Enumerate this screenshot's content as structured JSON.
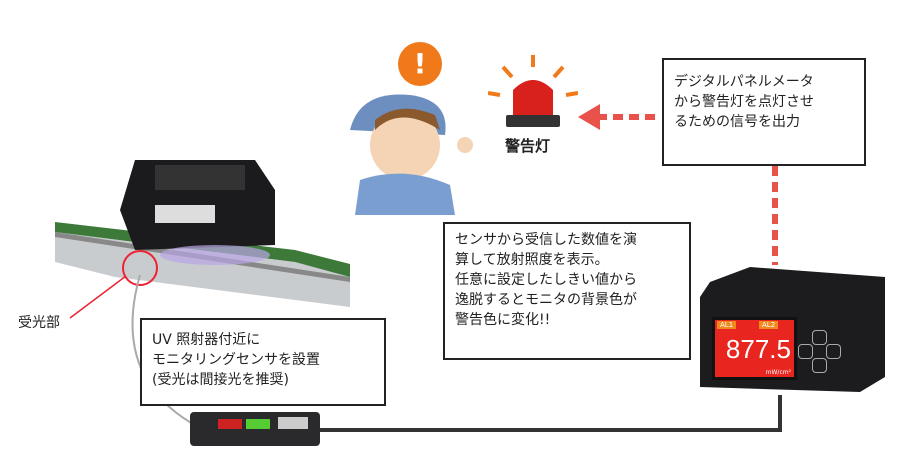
{
  "callout_signal": "デジタルパネルメータ\nから警告灯を点灯させ\nるための信号を出力",
  "callout_compute": "センサから受信した数値を演\n算して放射照度を表示。\n任意に設定したしきい値から\n逸脱するとモニタの背景色が\n警告色に変化!!",
  "callout_sensor": "UV 照射器付近に\nモニタリングセンサを設置\n(受光は間接光を推奨)",
  "label_warning_light": "警告灯",
  "label_receiver": "受光部",
  "alert_symbol": "!",
  "meter": {
    "value": "877.5",
    "unit": "mW/cm²",
    "alarm_tags": [
      "AL1",
      "AL2"
    ],
    "screen_color": "#e8251e"
  },
  "colors": {
    "signal_line": "#e8524a",
    "alert_badge": "#f07a1a"
  }
}
